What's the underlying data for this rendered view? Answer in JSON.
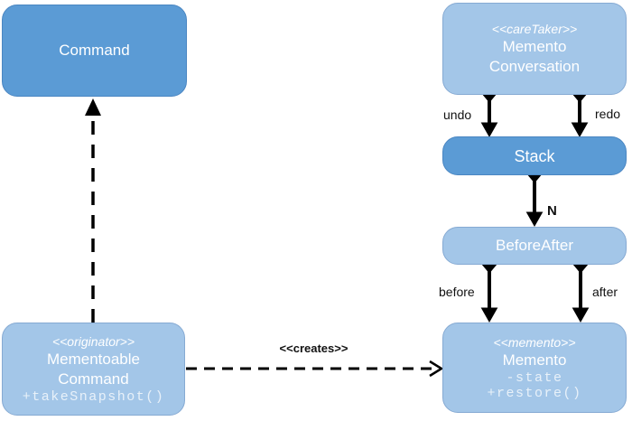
{
  "diagram": {
    "type": "uml-class-diagram",
    "background": "#ffffff",
    "colors": {
      "node_dark_fill": "#5B9BD5",
      "node_light_fill": "#A3C6E8",
      "node_text": "#FFFFFF",
      "member_text": "#E3ECF6",
      "edge_color": "#000000",
      "edge_label_color": "#111111"
    },
    "nodes": {
      "command": {
        "label": "Command"
      },
      "memento_conversation": {
        "stereotype": "<<careTaker>>",
        "lines": [
          "Memento",
          "Conversation"
        ]
      },
      "stack": {
        "label": "Stack"
      },
      "before_after": {
        "label": "BeforeAfter"
      },
      "memento": {
        "stereotype": "<<memento>>",
        "name": "Memento",
        "members": [
          "-state",
          "+restore()"
        ]
      },
      "mementoable_command": {
        "stereotype": "<<originator>>",
        "lines": [
          "Mementoable",
          "Command"
        ],
        "members": [
          "+takeSnapshot()"
        ]
      }
    },
    "edge_labels": {
      "undo": "undo",
      "redo": "redo",
      "multiplicity_n": "N",
      "before": "before",
      "after": "after",
      "creates": "<<creates>>"
    }
  }
}
